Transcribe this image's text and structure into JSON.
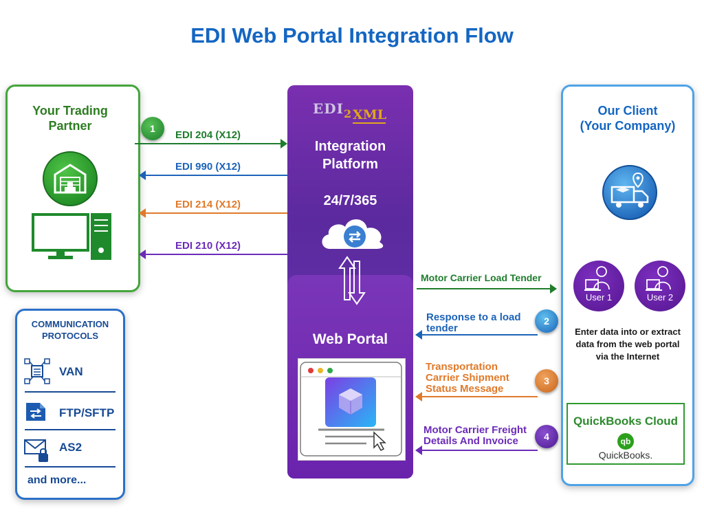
{
  "title": "EDI Web Portal  Integration Flow",
  "partner": {
    "title_line1": "Your Trading",
    "title_line2": "Partner"
  },
  "client": {
    "title_line1": "Our Client",
    "title_line2": "(Your Company)",
    "users": [
      "User 1",
      "User  2"
    ],
    "note_lines": [
      "Enter data into or extract",
      "data from the web portal",
      "via the Internet"
    ],
    "qb_title": "QuickBooks Cloud",
    "qb_logo_text": "QuickBooks.",
    "qb_glyph": "qb"
  },
  "platform": {
    "logo_edi": "EDI",
    "logo_2": "2",
    "logo_xml": "XML",
    "title_line1": "Integration",
    "title_line2": "Platform",
    "availability": "24/7/365",
    "portal_title": "Web Portal"
  },
  "left_flows": [
    {
      "label": "EDI 204 (X12)",
      "color": "#1e7d2c",
      "direction": "right"
    },
    {
      "label": "EDI 990 (X12)",
      "color": "#1c63b8",
      "direction": "left"
    },
    {
      "label": "EDI 214 (X12)",
      "color": "#e07a2a",
      "direction": "left"
    },
    {
      "label": "EDI 210 (X12)",
      "color": "#6b2bb8",
      "direction": "left"
    }
  ],
  "left_badge": "1",
  "right_flows": [
    {
      "badge": "",
      "lines": [
        "Motor Carrier Load Tender"
      ],
      "color": "#1e7d2c",
      "direction": "right"
    },
    {
      "badge": "2",
      "lines": [
        "Response to a load",
        "tender"
      ],
      "color": "#1c63b8",
      "direction": "left"
    },
    {
      "badge": "3",
      "lines": [
        "Transportation",
        "Carrier Shipment",
        "Status Message"
      ],
      "color": "#e07a2a",
      "direction": "left"
    },
    {
      "badge": "4",
      "lines": [
        "Motor Carrier Freight",
        "Details And Invoice"
      ],
      "color": "#6b2bb8",
      "direction": "left"
    }
  ],
  "protocols": {
    "title_line1": "COMMUNICATION",
    "title_line2": "PROTOCOLS",
    "items": [
      "VAN",
      "FTP/SFTP",
      "AS2"
    ],
    "more": "and more..."
  },
  "icons": [
    "warehouse-icon",
    "desktop-computer-icon",
    "truck-location-icon",
    "cloud-sync-icon",
    "bidirectional-arrow-icon",
    "cube-app-icon",
    "cursor-icon",
    "network-icon",
    "file-transfer-icon",
    "envelope-lock-icon",
    "user-laptop-icon"
  ],
  "colors": {
    "title": "#1466c2",
    "green": "#1e7d2c",
    "blue": "#1c63b8",
    "orange": "#e07a2a",
    "purple": "#6b2bb8",
    "platform": "#5b2a9e",
    "gold": "#e0a71a"
  }
}
